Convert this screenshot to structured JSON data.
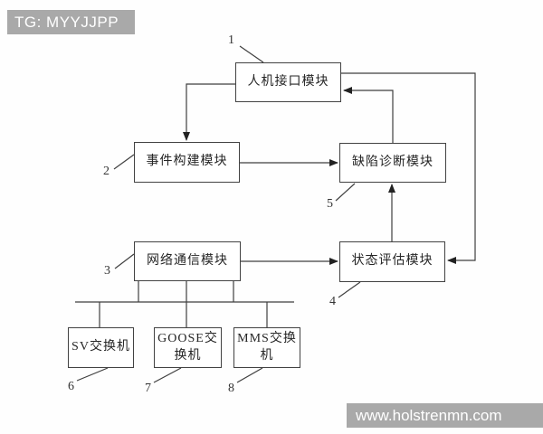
{
  "watermarks": {
    "tag": "TG: MYYJJPP",
    "site": "www.holstrenmn.com"
  },
  "diagram": {
    "modules": [
      {
        "number": "1",
        "label": "人机接口模块"
      },
      {
        "number": "2",
        "label": "事件构建模块"
      },
      {
        "number": "3",
        "label": "网络通信模块"
      },
      {
        "number": "4",
        "label": "状态评估模块"
      },
      {
        "number": "5",
        "label": "缺陷诊断模块"
      },
      {
        "number": "6",
        "label": "SV交换机"
      },
      {
        "number": "7",
        "label": "GOOSE交\n换机"
      },
      {
        "number": "8",
        "label": "MMS交换\n机"
      }
    ],
    "connections": [
      {
        "from": "1",
        "to": "2",
        "style": "arrow"
      },
      {
        "from": "2",
        "to": "5",
        "style": "arrow"
      },
      {
        "from": "5",
        "to": "1",
        "style": "arrow"
      },
      {
        "from": "1",
        "to": "4",
        "style": "arrow"
      },
      {
        "from": "3",
        "to": "4",
        "style": "arrow"
      },
      {
        "from": "4",
        "to": "5",
        "style": "arrow"
      },
      {
        "from": "3",
        "to": "6",
        "style": "plain-bus"
      },
      {
        "from": "3",
        "to": "7",
        "style": "plain-bus"
      },
      {
        "from": "3",
        "to": "8",
        "style": "plain-bus"
      }
    ]
  },
  "colors": {
    "watermark_bg": "#a9a9a9",
    "watermark_text": "#ffffff",
    "line": "#3f3f3f",
    "box_border": "#424242",
    "text": "#252525",
    "background": "#fefefe"
  }
}
